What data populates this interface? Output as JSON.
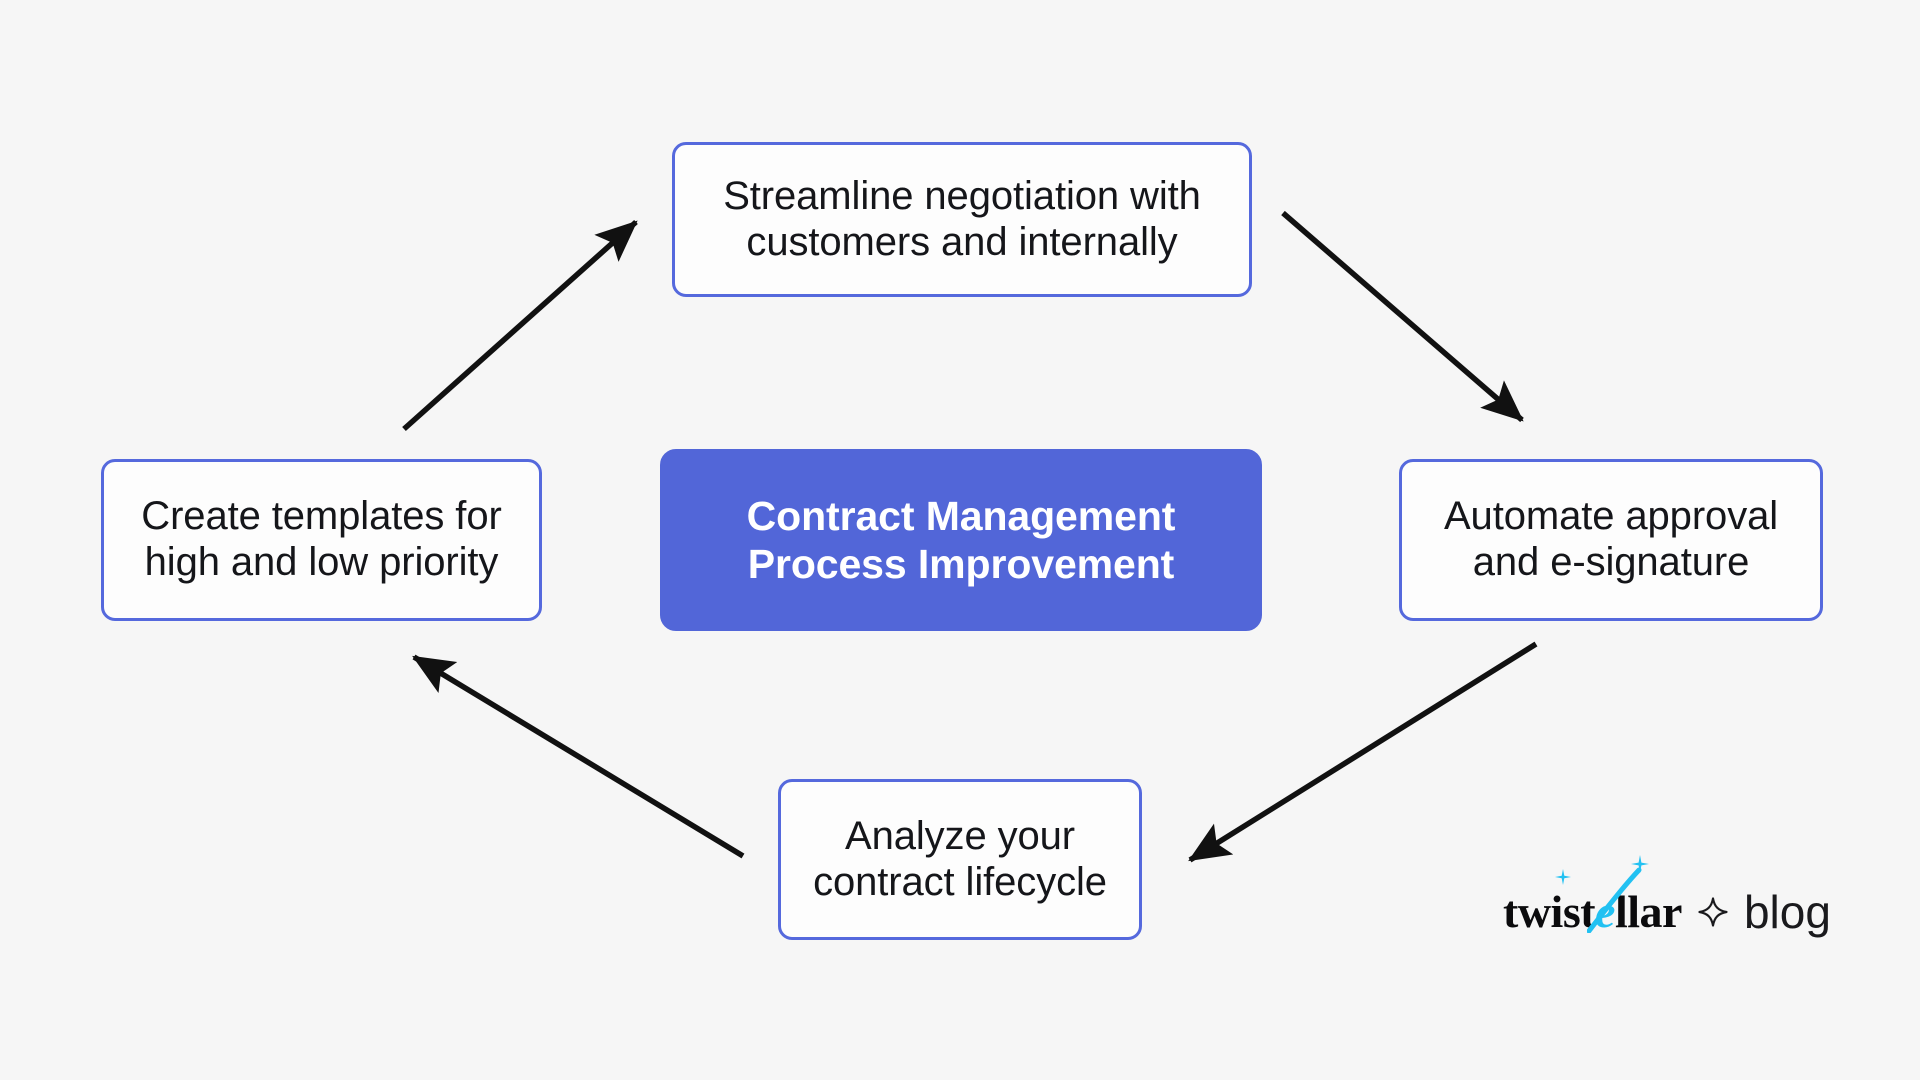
{
  "page": {
    "background_color": "#f6f6f6",
    "accent_color": "#5266d8",
    "border_color": "#5569dd",
    "arrow_color": "#111111",
    "logo_cyan": "#22c1f2"
  },
  "diagram": {
    "type": "cycle",
    "center": {
      "label": "Contract Management\nProcess Improvement",
      "fill": "#5266d8",
      "text_color": "#ffffff"
    },
    "nodes": [
      {
        "id": "top",
        "label": "Streamline negotiation with\ncustomers and internally"
      },
      {
        "id": "right",
        "label": "Automate approval\nand e-signature"
      },
      {
        "id": "bottom",
        "label": "Analyze your\ncontract lifecycle"
      },
      {
        "id": "left",
        "label": "Create templates for\nhigh and low priority"
      }
    ],
    "arrows": [
      {
        "id": "left-to-top",
        "from": "left",
        "to": "top",
        "direction": "up-right"
      },
      {
        "id": "top-to-right",
        "from": "top",
        "to": "right",
        "direction": "down-right"
      },
      {
        "id": "right-to-bottom",
        "from": "right",
        "to": "bottom",
        "direction": "down-left"
      },
      {
        "id": "bottom-to-left",
        "from": "bottom",
        "to": "left",
        "direction": "up-left"
      }
    ]
  },
  "logo": {
    "brand_prefix": "twist",
    "brand_e": "e",
    "brand_suffix": "llar",
    "separator_icon": "four-pointed-star-icon",
    "blog_label": "blog"
  }
}
